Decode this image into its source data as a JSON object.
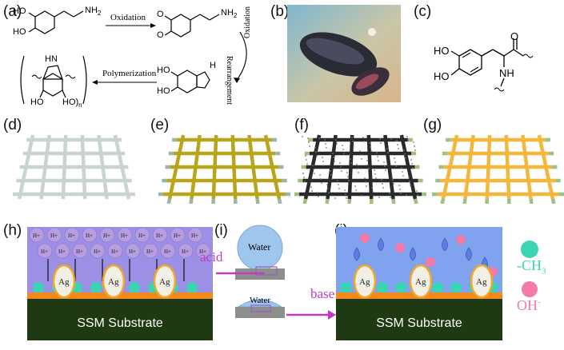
{
  "panel_labels": {
    "a": "(a)",
    "b": "(b)",
    "c": "(c)",
    "d": "(d)",
    "e": "(e)",
    "f": "(f)",
    "g": "(g)",
    "h": "(h)",
    "i": "(i)",
    "j": "(j)"
  },
  "chemistry": {
    "ho": "HO",
    "nh2": "NH",
    "nh2_sub": "2",
    "o": "O",
    "h": "H",
    "hn": "HN",
    "nh": "NH",
    "ho_n": "HO",
    "n_sub": "n",
    "oxidation": "Oxidation",
    "rearrangement": "Rearrangement",
    "oxidation2": "Oxidation",
    "polymerization": "Polymerization"
  },
  "panel_h": {
    "ion": "H",
    "ion_sup": "+",
    "ag": "Ag",
    "substrate": "SSM Substrate"
  },
  "panel_i": {
    "water_top": "Water",
    "water_bottom": "Water",
    "acid": "acid",
    "base": "base"
  },
  "panel_j": {
    "ag": "Ag",
    "substrate": "SSM Substrate",
    "ch3": "-CH",
    "ch3_sub": "3",
    "oh": "OH",
    "oh_sup": "-"
  },
  "colors": {
    "mesh_plain": "#c9d3d0",
    "mesh_gold": "#b8a51c",
    "mesh_black": "#2a2a2a",
    "mesh_orange": "#f5b63c",
    "cyan": "#3ad6b4",
    "pink": "#f37aa9",
    "purple": "#b79ee0",
    "acid_arrow": "#c33ac4",
    "base_arrow": "#c33ac4",
    "substrate": "#1f3a12",
    "orange_layer": "#f08a1c",
    "bg_h": "#9b8fe6",
    "bg_j": "#7fa3ee"
  }
}
